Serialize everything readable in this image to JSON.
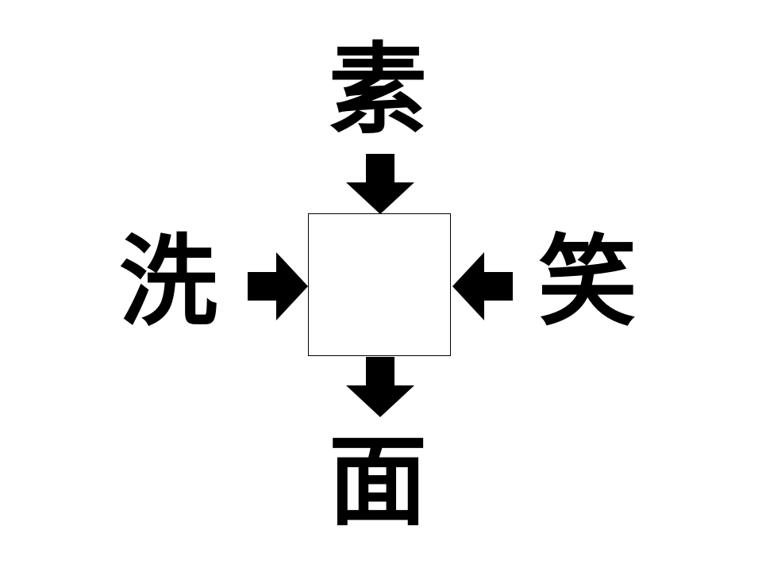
{
  "puzzle": {
    "top_kanji": "素",
    "left_kanji": "洗",
    "right_kanji": "笑",
    "bottom_kanji": "面",
    "answer": ""
  },
  "colors": {
    "ink": "#000000",
    "background": "#ffffff"
  }
}
